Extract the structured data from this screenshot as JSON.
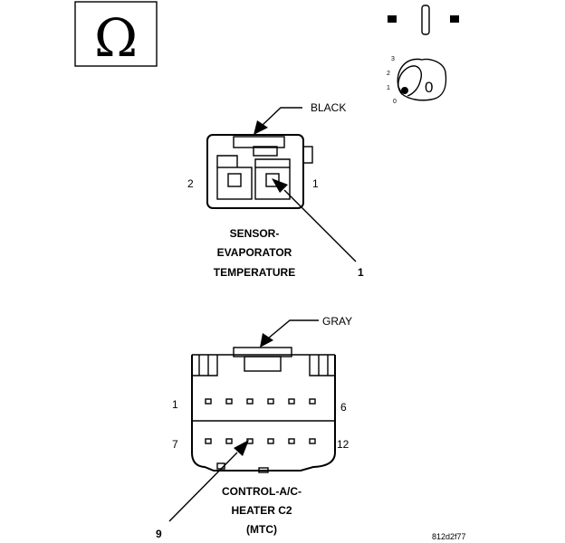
{
  "ohm_symbol": "Ω",
  "key_icon": {
    "positions": [
      "3",
      "2",
      "1",
      "0"
    ],
    "key_label": "0"
  },
  "sensor_connector": {
    "color_label": "BLACK",
    "cavity_left": "2",
    "cavity_right": "1",
    "title_lines": [
      "SENSOR-",
      "EVAPORATOR",
      "TEMPERATURE"
    ],
    "callout": "1"
  },
  "control_connector": {
    "color_label": "GRAY",
    "row1_left": "1",
    "row1_right": "6",
    "row2_left": "7",
    "row2_right": "12",
    "title_lines": [
      "CONTROL-A/C-",
      "HEATER C2",
      "(MTC)"
    ],
    "callout": "9"
  },
  "figure_id": "812d2f77"
}
